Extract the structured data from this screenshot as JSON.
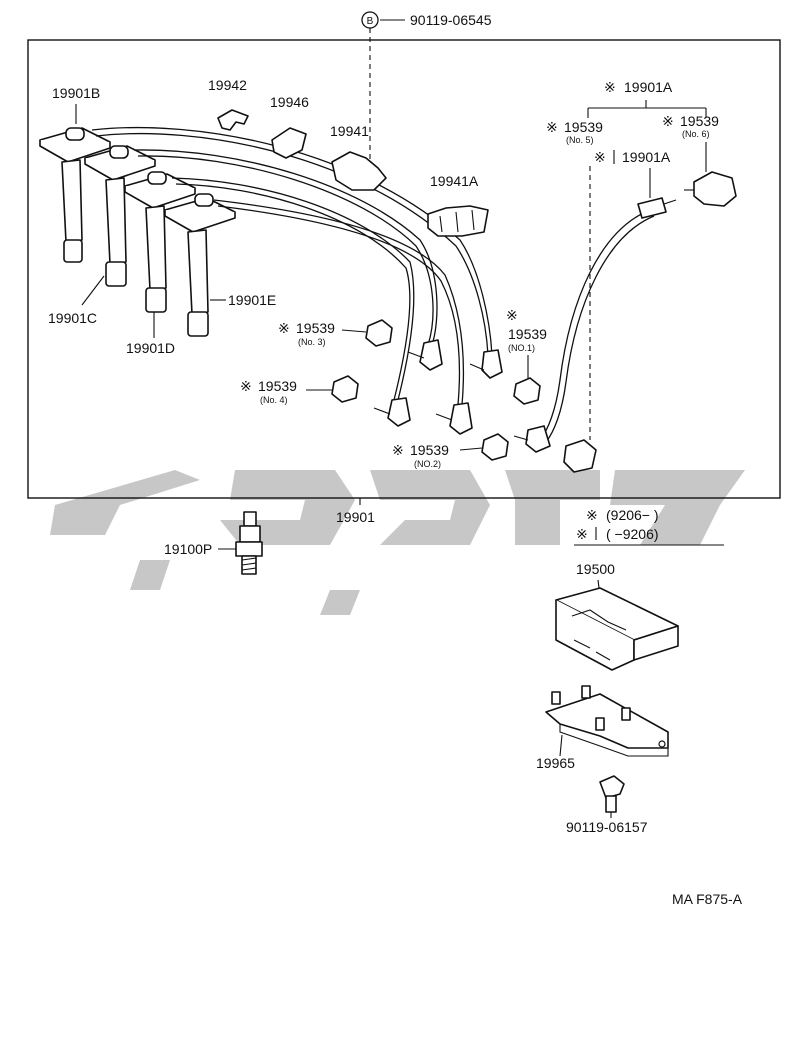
{
  "labels": {
    "bolt_top": "90119-06545",
    "circle_b": "B",
    "p19901B": "19901B",
    "p19942": "19942",
    "p19946": "19946",
    "p19941": "19941",
    "p19941A": "19941A",
    "p19901C": "19901C",
    "p19901D": "19901D",
    "p19901E": "19901E",
    "p19539_no3": "19539",
    "no3": "(No. 3)",
    "p19539_no4": "19539",
    "no4": "(No. 4)",
    "p19539_no2": "19539",
    "no2": "(NO.2)",
    "p19539_no1": "19539",
    "no1": "(NO.1)",
    "p19901A_top": "19901A",
    "p19539_no5": "19539",
    "no5": "(No. 5)",
    "p19539_no6": "19539",
    "no6": "(No. 6)",
    "p19901A_mid": "19901A",
    "p19901": "19901",
    "p19100P": "19100P",
    "date_from": "(9206−        )",
    "date_to": "(       −9206)",
    "p19500": "19500",
    "p19965": "19965",
    "bolt_bottom": "90119-06157",
    "figure_code": "MA F875-A",
    "mark": "※"
  }
}
